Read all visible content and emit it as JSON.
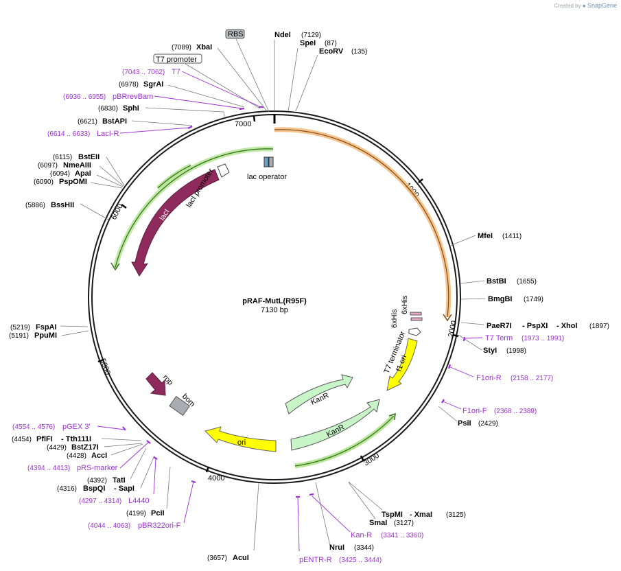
{
  "credit": {
    "prefix": "Created by",
    "brand": "SnapGene"
  },
  "plasmid": {
    "name": "pRAF-MutL(R95F)",
    "size_label": "7130 bp",
    "length": 7130
  },
  "ticks": [
    "1000",
    "2000",
    "3000",
    "4000",
    "5000",
    "6000",
    "7000"
  ],
  "enzymes": [
    {
      "id": "ndei",
      "name": "NdeI",
      "pos": "(7129)"
    },
    {
      "id": "spei",
      "name": "SpeI",
      "pos": "(87)"
    },
    {
      "id": "ecorv",
      "name": "EcoRV",
      "pos": "(135)"
    },
    {
      "id": "xbai",
      "name": "XbaI",
      "pos": "(7089)"
    },
    {
      "id": "sgrai",
      "name": "SgrAI",
      "pos": "(6978)"
    },
    {
      "id": "sphi",
      "name": "SphI",
      "pos": "(6830)"
    },
    {
      "id": "bstapi",
      "name": "BstAPI",
      "pos": "(6621)"
    },
    {
      "id": "bsteii",
      "name": "BstEII",
      "pos": "(6115)"
    },
    {
      "id": "nmeaiii",
      "name": "NmeAIII",
      "pos": "(6097)"
    },
    {
      "id": "apai",
      "name": "ApaI",
      "pos": "(6094)"
    },
    {
      "id": "pspomi",
      "name": "PspOMI",
      "pos": "(6090)"
    },
    {
      "id": "bsshii",
      "name": "BssHII",
      "pos": "(5886)"
    },
    {
      "id": "mfei",
      "name": "MfeI",
      "pos": "(1411)"
    },
    {
      "id": "bstbi",
      "name": "BstBI",
      "pos": "(1655)"
    },
    {
      "id": "bmgbi",
      "name": "BmgBI",
      "pos": "(1749)"
    },
    {
      "id": "paer7i",
      "name": "PaeR7I",
      "sep1": "- PspXI",
      "sep2": "- XhoI",
      "pos": "(1897)"
    },
    {
      "id": "styi",
      "name": "StyI",
      "pos": "(1998)"
    },
    {
      "id": "psii",
      "name": "PsiI",
      "pos": "(2429)"
    },
    {
      "id": "fspai",
      "name": "FspAI",
      "pos": "(5219)"
    },
    {
      "id": "ppumi",
      "name": "PpuMI",
      "pos": "(5191)"
    },
    {
      "id": "pflfi",
      "name": "PflFI",
      "extra": "- Tth111I",
      "pos": "(4454)"
    },
    {
      "id": "bstz17i",
      "name": "BstZ17I",
      "pos": "(4429)"
    },
    {
      "id": "acci",
      "name": "AccI",
      "pos": "(4428)"
    },
    {
      "id": "tati",
      "name": "TatI",
      "pos": "(4392)"
    },
    {
      "id": "bspqi",
      "name": "BspQI",
      "extra": "- SapI",
      "pos": "(4316)"
    },
    {
      "id": "pcii",
      "name": "PciI",
      "pos": "(4199)"
    },
    {
      "id": "acui",
      "name": "AcuI",
      "pos": "(3657)"
    },
    {
      "id": "nrui",
      "name": "NruI",
      "pos": "(3344)"
    },
    {
      "id": "smai",
      "name": "SmaI",
      "pos": "(3127)"
    },
    {
      "id": "tspmi",
      "name": "TspMI",
      "extra": "- XmaI",
      "pos": "(3125)"
    }
  ],
  "primers": [
    {
      "id": "t7",
      "name": "T7",
      "range": "(7043 .. 7062)"
    },
    {
      "id": "pbrrevbam",
      "name": "pBRrevBam",
      "range": "(6936 .. 6955)"
    },
    {
      "id": "laci-r",
      "name": "LacI-R",
      "range": "(6614 .. 6633)"
    },
    {
      "id": "t7-term",
      "name": "T7 Term",
      "range": "(1973 .. 1991)"
    },
    {
      "id": "f1ori-r",
      "name": "F1ori-R",
      "range": "(2158 .. 2177)"
    },
    {
      "id": "f1ori-f",
      "name": "F1ori-F",
      "range": "(2368 .. 2389)"
    },
    {
      "id": "pgex3",
      "name": "pGEX 3'",
      "range": "(4554 .. 4576)"
    },
    {
      "id": "prs-marker",
      "name": "pRS-marker",
      "range": "(4394 .. 4413)"
    },
    {
      "id": "l4440",
      "name": "L4440",
      "range": "(4297 .. 4314)"
    },
    {
      "id": "pbr322ori-f",
      "name": "pBR322ori-F",
      "range": "(4044 .. 4063)"
    },
    {
      "id": "kan-r",
      "name": "Kan-R",
      "range": "(3341 .. 3360)"
    },
    {
      "id": "pentr-r",
      "name": "pENTR-R",
      "range": "(3425 .. 3444)"
    }
  ],
  "features": {
    "rbs": "RBS",
    "t7_promoter": "T7 promoter",
    "lac_operator": "lac operator",
    "laci": "lacI",
    "laci_promoter": "lacI promoter",
    "his1": "6xHis",
    "his2": "6xHis",
    "t7_terminator": "T7 terminator",
    "f1_ori": "f1 ori",
    "kanr1": "KanR",
    "kanr2": "KanR",
    "ori": "ori",
    "rop": "rop",
    "bom": "bom"
  },
  "colors": {
    "backbone": "#1a1a1a",
    "orf_orange": "#f2b46e",
    "orf_green": "#b8e59a",
    "laci": "#8e2a5c",
    "f1_ori": "#ffff00",
    "kanr": "#c8f5c8",
    "primer": "#9c2fd6",
    "rop": "#8e2a5c",
    "bom": "#a9adb2"
  }
}
